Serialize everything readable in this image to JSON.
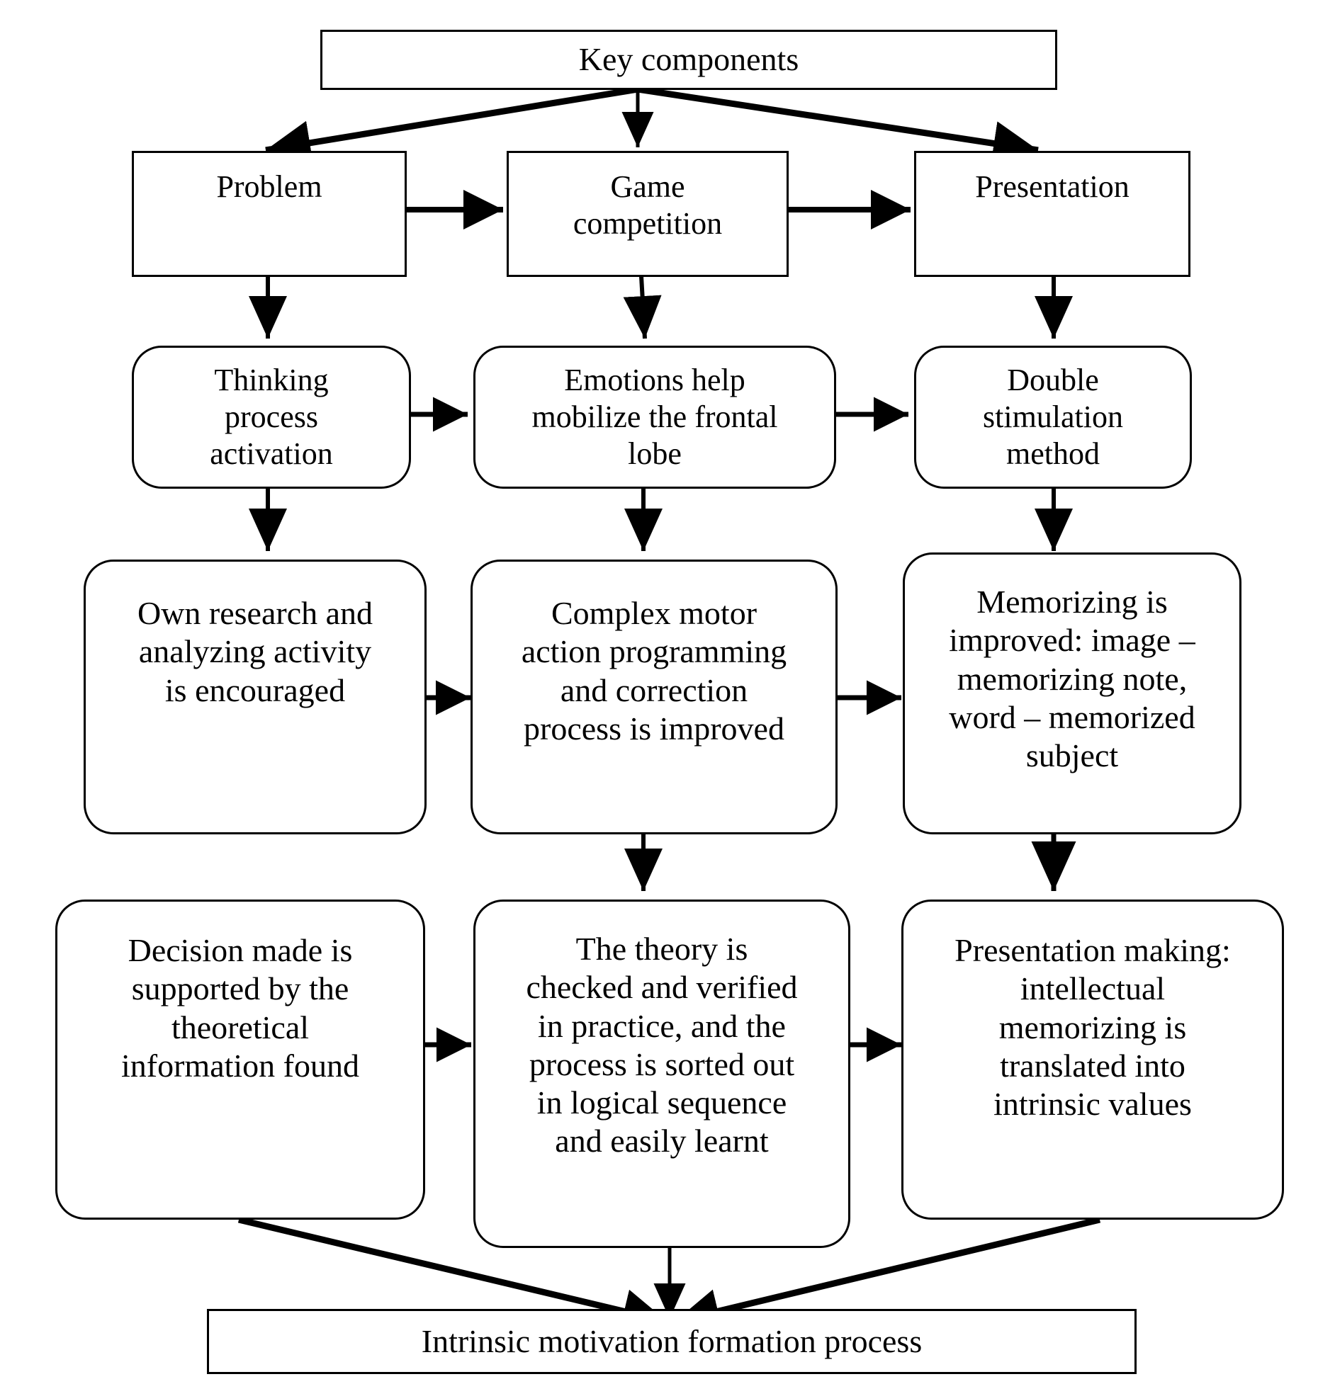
{
  "diagram": {
    "title": "Key components",
    "footer": "Intrinsic motivation formation process",
    "row2": [
      {
        "label": "Problem"
      },
      {
        "label": "Game\ncompetition"
      },
      {
        "label": "Presentation"
      }
    ],
    "row3": [
      {
        "label": "Thinking\nprocess\nactivation"
      },
      {
        "label": "Emotions help\nmobilize the frontal\nlobe"
      },
      {
        "label": "Double\nstimulation\nmethod"
      }
    ],
    "row4": [
      {
        "label": "Own research and\nanalyzing activity\nis encouraged"
      },
      {
        "label": "Complex motor\naction programming\nand correction\nprocess is improved"
      },
      {
        "label": "Memorizing is\nimproved: image –\nmemorizing note,\nword – memorized\nsubject"
      }
    ],
    "row5": [
      {
        "label": "Decision made is\nsupported by the\ntheoretical\ninformation found"
      },
      {
        "label": "The theory is\nchecked and verified\nin practice, and the\nprocess is sorted out\nin logical sequence\nand easily learnt"
      },
      {
        "label": "Presentation making:\nintellectual\nmemorizing is\ntranslated into\nintrinsic values"
      }
    ],
    "colors": {
      "stroke": "#000000",
      "fill": "#ffffff",
      "text": "#000000"
    }
  }
}
